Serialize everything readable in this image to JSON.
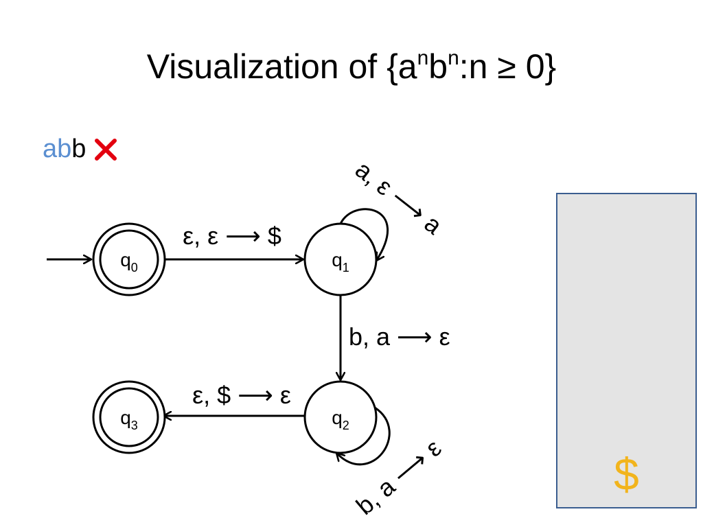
{
  "slide": {
    "title_prefix": "Visualization of {a",
    "title_sup1": "n",
    "title_mid": "b",
    "title_sup2": "n",
    "title_suffix": ":n ≥ 0}"
  },
  "input": {
    "consumed": "ab",
    "remaining": "b",
    "status": "rejected",
    "status_icon": "cross-icon",
    "status_color": "#e3000f"
  },
  "automaton": {
    "states": [
      {
        "id": "q0",
        "name": "q",
        "sub": "0",
        "accepting": true,
        "start": true
      },
      {
        "id": "q1",
        "name": "q",
        "sub": "1",
        "accepting": false,
        "start": false
      },
      {
        "id": "q2",
        "name": "q",
        "sub": "2",
        "accepting": false,
        "start": false
      },
      {
        "id": "q3",
        "name": "q",
        "sub": "3",
        "accepting": true,
        "start": false
      }
    ],
    "transitions": [
      {
        "from": "q0",
        "to": "q1",
        "label": "ε, ε ⟶ $"
      },
      {
        "from": "q1",
        "to": "q1",
        "label": "a, ε ⟶ a"
      },
      {
        "from": "q1",
        "to": "q2",
        "label": "b, a ⟶ ε"
      },
      {
        "from": "q2",
        "to": "q2",
        "label": "b, a ⟶ ε"
      },
      {
        "from": "q2",
        "to": "q3",
        "label": "ε, $ ⟶ ε"
      }
    ]
  },
  "stack": {
    "items": [
      "$"
    ],
    "item_color": "#f2b41c",
    "fill_color": "#e4e4e4",
    "border_color": "#3a5d8f"
  }
}
